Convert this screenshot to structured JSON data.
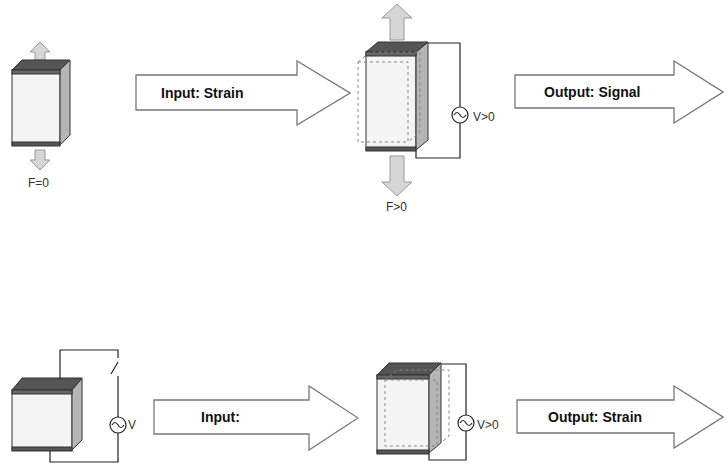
{
  "diagram": {
    "nodes": [
      {
        "text": [
          "Input: Strain"
        ]
      },
      {
        "text": [
          "Output: Signal"
        ]
      },
      {
        "text": [
          "Input:"
        ]
      },
      {
        "text": [
          "Output: Strain"
        ]
      }
    ],
    "labels": [
      "F=0",
      "V>0",
      "F>0",
      "V",
      "V>0"
    ]
  }
}
